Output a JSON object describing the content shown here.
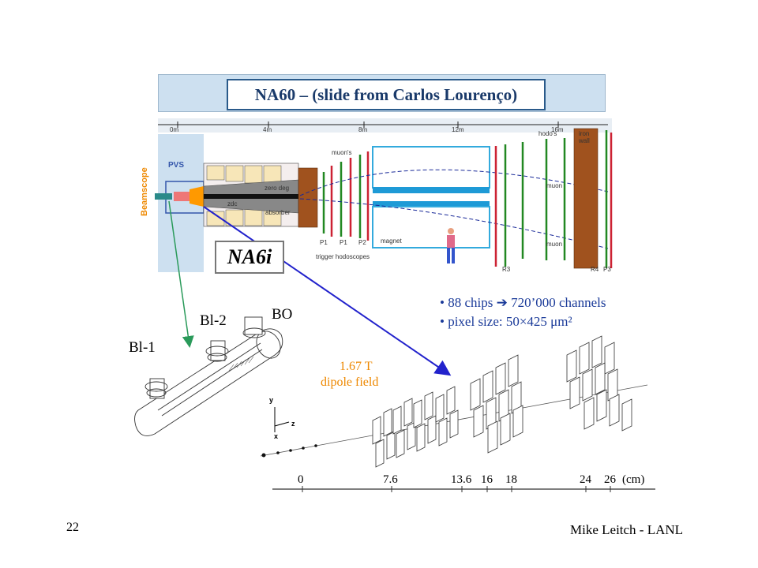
{
  "slide": {
    "title": "NA60 – (slide from Carlos Lourenço)",
    "footer_page": "22",
    "footer_author": "Mike Leitch - LANL",
    "callout": "NA6i"
  },
  "detector": {
    "pvs": "PVS",
    "beamscope": "Beamscope",
    "ruler": [
      "0m",
      "4m",
      "8m",
      "12m",
      "16m"
    ],
    "hodos_left": "muon's",
    "hodos_right": "hodo's",
    "iron_wall": [
      "iron",
      "wall"
    ],
    "zero_deg": "zero deg",
    "absorber": "absorber",
    "zdc": "zdc",
    "magnet": "magnet",
    "muon_labels": [
      "muon",
      "muon"
    ],
    "chambers": [
      "P1",
      "P1",
      "P2",
      "P3"
    ],
    "trigger": "trigger hodoscopes",
    "bottom_tags": [
      "R3",
      "R4",
      "P3"
    ]
  },
  "telescope": {
    "labels": {
      "bl1": "Bl-1",
      "bl2": "Bl-2",
      "bo": "BO"
    },
    "field": [
      "1.67 T",
      "dipole field"
    ],
    "bullets": [
      "• 88 chips ➔ 720’000 channels",
      "• pixel size: 50×425 μm²"
    ],
    "axes": {
      "y": "y",
      "z": "z",
      "x": "x"
    },
    "scale": [
      "0",
      "7.6",
      "13.6",
      "16",
      "18",
      "24",
      "26",
      "(cm)"
    ]
  }
}
